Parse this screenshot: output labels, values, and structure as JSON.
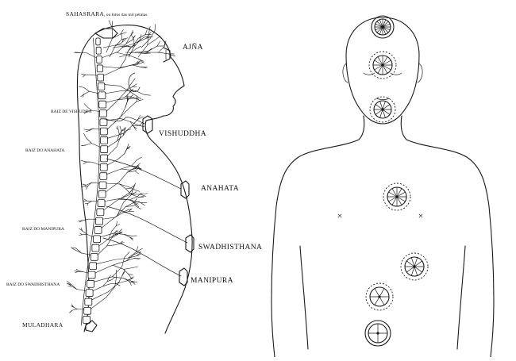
{
  "left_figure": {
    "labels": {
      "sahasrara": "SAHASRARA",
      "sahasrara_sub": ", ou lótus das mil pétalas",
      "ajna": "AJÑA",
      "raiz_vishudda": "RAIZ DE VISHUDDA",
      "vishuddha": "VISHUDDHA",
      "raiz_anahata": "RAIZ DO ANAHATA",
      "anahata": "ANAHATA",
      "raiz_manipura": "RAIZ DO MANIPURA",
      "swadhisthana": "SWADHISTHANA",
      "manipura": "MANIPURA",
      "raiz_swadhisthana": "RAIZ DO SWADHISTHANA",
      "muladhara": "MULADHARA"
    }
  },
  "right_figure": {
    "chakra_count": 7
  }
}
